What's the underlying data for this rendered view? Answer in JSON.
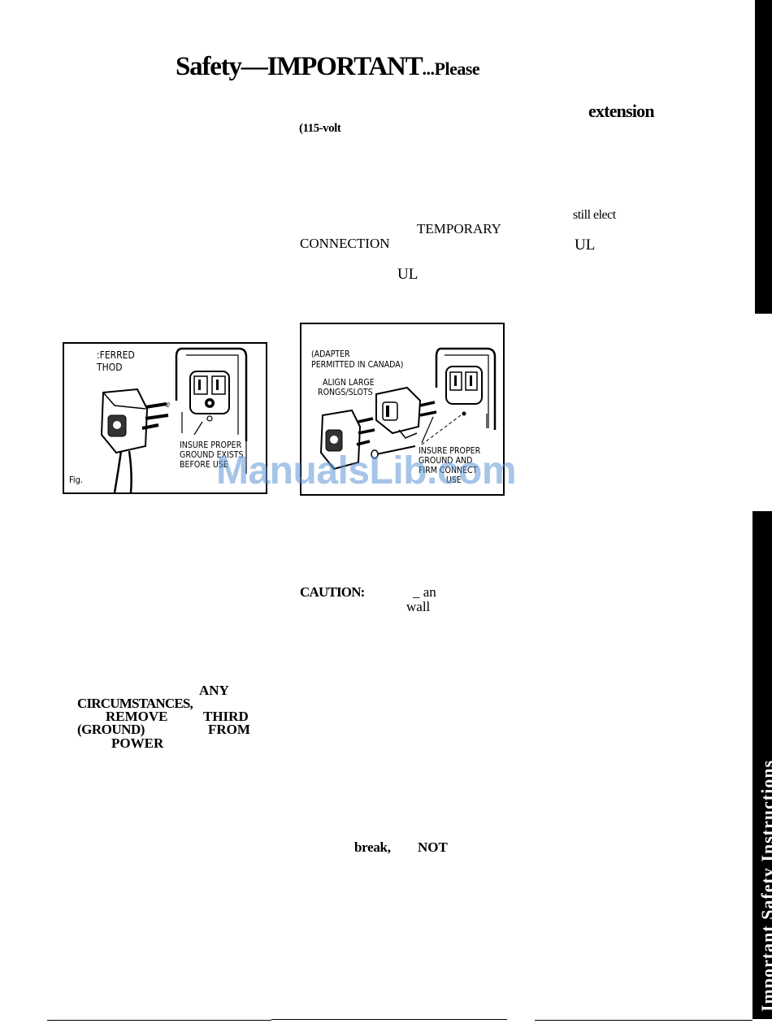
{
  "page": {
    "title_main": "Safety—IMPORTANT",
    "title_suffix": "...Please"
  },
  "fragments": {
    "extension": "extension",
    "volt": "(115-volt",
    "still_elect": "still elect",
    "temporary": "TEMPORARY",
    "connection": "CONNECTION",
    "ul_1": "UL",
    "ul_2": "UL",
    "caution": "CAUTION:",
    "an": "_ an",
    "wall": "wall",
    "any": "ANY",
    "circumstances": "CIRCUMSTANCES,",
    "remove": "REMOVE",
    "third": "THIRD",
    "ground": "(GROUND)",
    "from": "FROM",
    "power": "POWER",
    "break": "break,",
    "not": "NOT"
  },
  "figure_left": {
    "label_line1": ":FERRED",
    "label_line2": "THOD",
    "mark": "ⅇ",
    "callout_line1": "INSURE PROPER",
    "callout_line2": "GROUND EXISTS",
    "callout_line3": "BEFORE USE",
    "fig_label": "Fig."
  },
  "figure_right": {
    "label_line1": "(ADAPTER",
    "label_line2": "PERMITTED IN CANADA)",
    "align_line1": "ALIGN LARGE",
    "align_line2": "RONGS/SLOTS",
    "callout_line1": "INSURE PROPER",
    "callout_line2": "GROUND AND",
    "callout_line3": "FIRM CONNECT",
    "callout_line4": "USE"
  },
  "side_tab": {
    "text": "Important Safety Instructions",
    "color": "#000000"
  },
  "watermark": {
    "text": "ManualsLib.com",
    "color": "#5c96d6"
  }
}
